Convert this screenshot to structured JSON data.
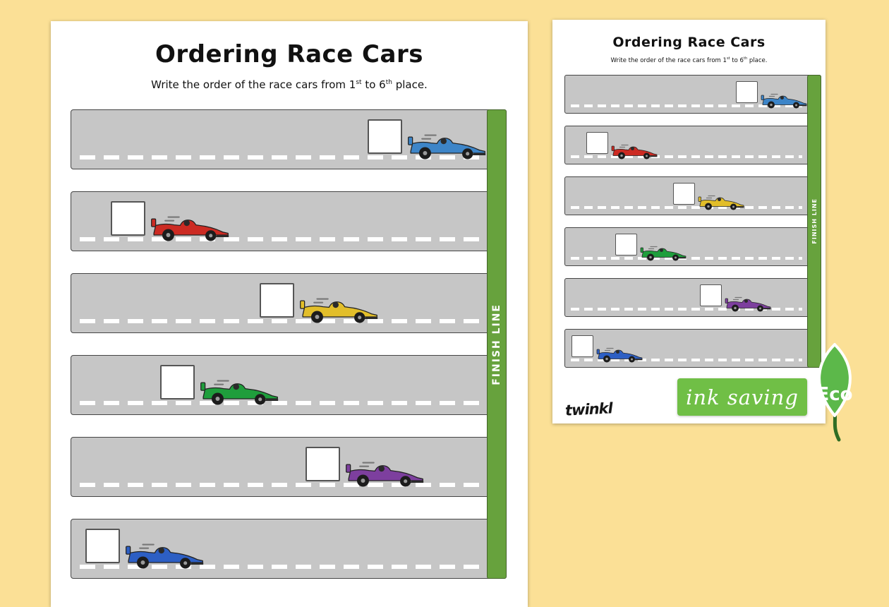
{
  "worksheet": {
    "title": "Ordering Race Cars",
    "subtitle": {
      "part1": "Write the order of the race cars from 1",
      "sup1": "st",
      "part2": " to 6",
      "sup2": "th",
      "part3": " place."
    },
    "finish_line_label": "FINISH LINE",
    "lanes": [
      {
        "car": "blue",
        "color": "#3d85c8",
        "position_pct": 81
      },
      {
        "car": "red",
        "color": "#cc2b23",
        "position_pct": 19
      },
      {
        "car": "yellow",
        "color": "#e2be2a",
        "position_pct": 55
      },
      {
        "car": "green",
        "color": "#1f9e3c",
        "position_pct": 31
      },
      {
        "car": "purple",
        "color": "#7d3f9e",
        "position_pct": 66
      },
      {
        "car": "navy",
        "color": "#2d5fc4",
        "position_pct": 13
      }
    ]
  },
  "footer": {
    "brand": "twinkl"
  },
  "badges": {
    "ink_saving": "ink saving",
    "eco": "Eco"
  },
  "theme": {
    "background": "#fbe096",
    "page": "#ffffff",
    "lane_gray": "#c6c6c6",
    "lane_border": "#454545",
    "finish_green": "#67a23d",
    "banner_green": "#70bf46",
    "leaf_green": "#5cb84a",
    "stem_green": "#2f6d24",
    "dash_white": "#ffffff"
  }
}
